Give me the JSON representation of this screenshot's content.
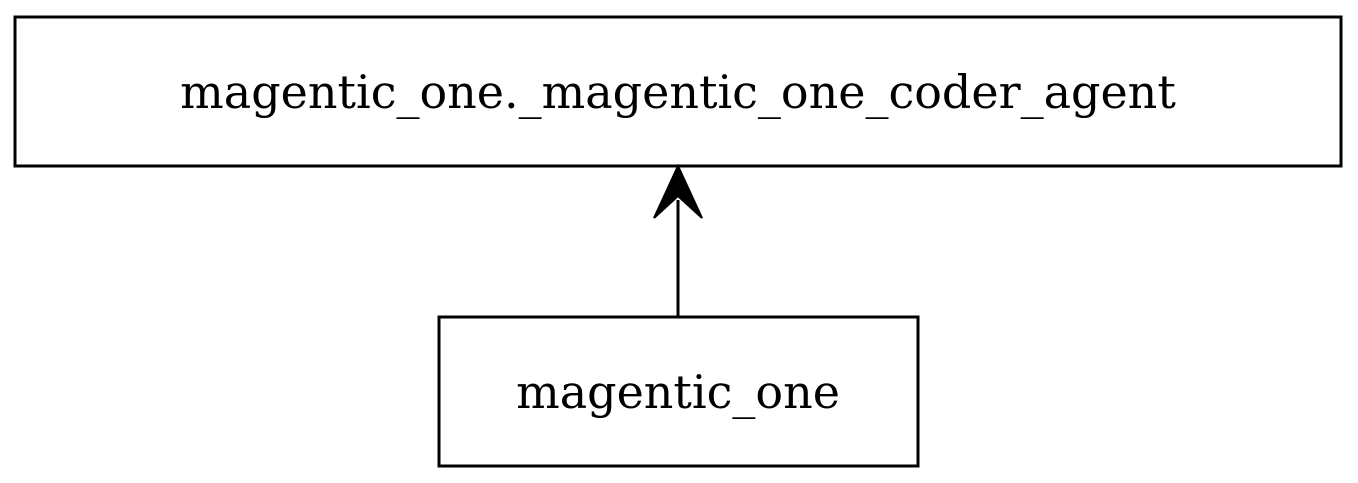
{
  "diagram": {
    "nodes": [
      {
        "id": "coder_agent",
        "label": "magentic_one._magentic_one_coder_agent"
      },
      {
        "id": "magentic_one",
        "label": "magentic_one"
      }
    ],
    "edges": [
      {
        "from": "magentic_one",
        "to": "coder_agent"
      }
    ],
    "colors": {
      "stroke": "#000000",
      "background": "#ffffff",
      "text": "#000000"
    }
  }
}
